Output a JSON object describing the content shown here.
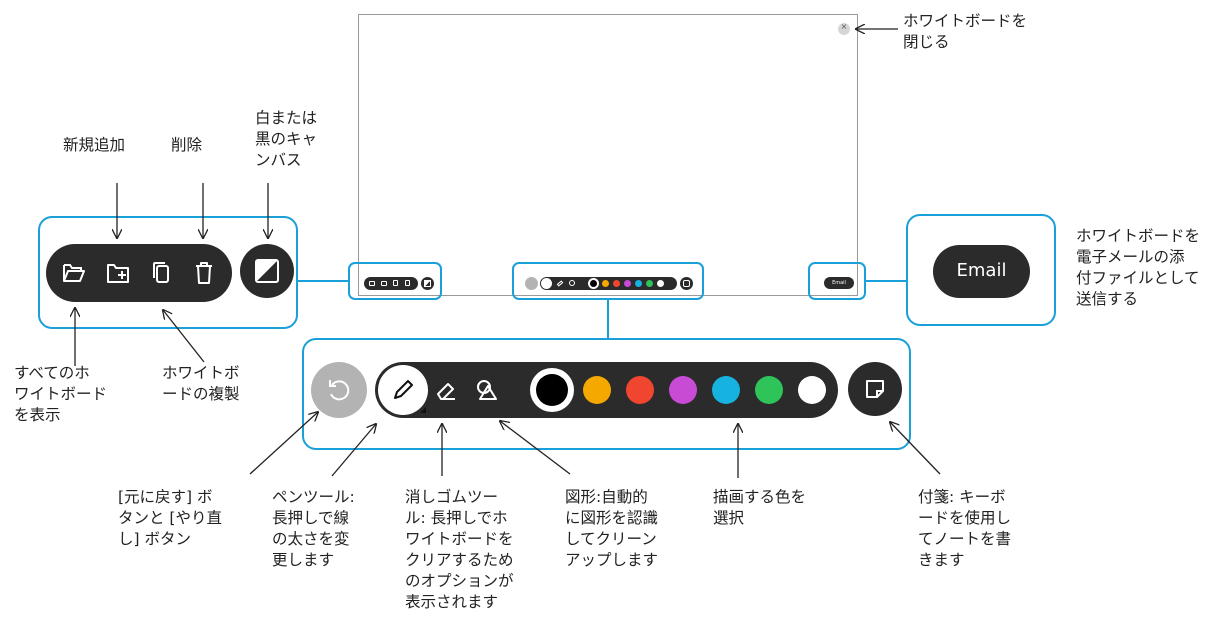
{
  "labels": {
    "close_whiteboard": "ホワイトボードを\n閉じる",
    "new_add": "新規追加",
    "delete": "削除",
    "white_black_canvas": "白または\n黒のキャ\nンバス",
    "show_all": "すべてのホ\nワイトボード\nを表示",
    "duplicate": "ホワイトボ\nードの複製",
    "email_attach": "ホワイトボードを\n電子メールの添\n付ファイルとして\n送信する",
    "undo_redo": "[元に戻す] ボ\nタンと [やり直\nし] ボタン",
    "pen_tool": "ペンツール:\n長押しで線\nの太さを変\n更します",
    "eraser_tool": "消しゴムツー\nル: 長押しでホ\nワイトボードを\nクリアするため\nのオプションが\n表示されます",
    "shape_tool": "図形:自動的\nに図形を認識\nしてクリーン\nアップします",
    "color_select": "描画する色を\n選択",
    "sticky_note": "付箋: キーボ\nードを使用し\nてノートを書\nきます"
  },
  "email_button": {
    "label": "Email",
    "mini_label": "Email"
  },
  "colors": {
    "accent": "#1aa0d8",
    "toolbar_dark": "#2b2b2b",
    "undo_gray": "#b3b3b3",
    "palette": [
      "#000000",
      "#f5a800",
      "#f0452f",
      "#c84bd6",
      "#16b3e0",
      "#2fc45a",
      "#ffffff"
    ]
  },
  "icons": {
    "open": "folder-open-icon",
    "add": "add-board-icon",
    "duplicate": "copy-icon",
    "delete": "trash-icon",
    "canvas": "canvas-contrast-icon",
    "undo": "undo-icon",
    "pen": "pen-icon",
    "eraser": "eraser-icon",
    "shapes": "shapes-icon",
    "sticky": "sticky-note-icon",
    "close": "close-icon"
  }
}
